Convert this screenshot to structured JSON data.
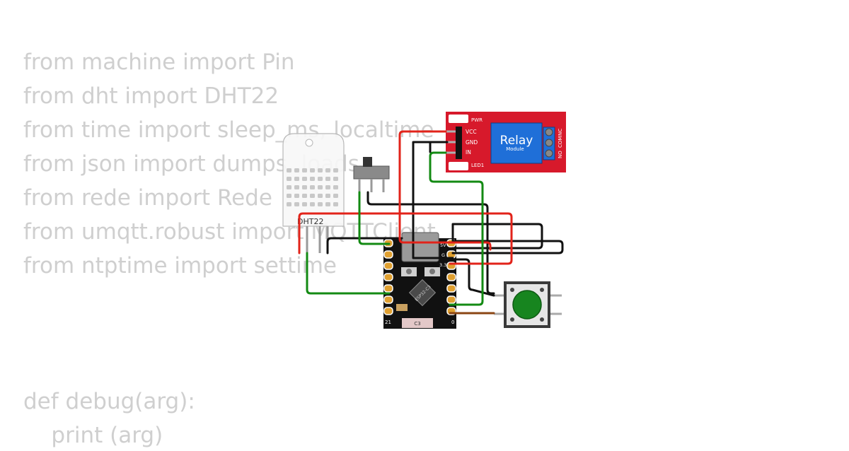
{
  "code": {
    "lines": [
      "from machine import Pin",
      "from dht import DHT22",
      "from time import sleep_ms, localtime",
      "from json import dumps, loads",
      "from rede import Rede",
      "from umqtt.robust import MQTTClient",
      "from ntptime import settime",
      "def debug(arg):",
      "    print (arg)"
    ]
  },
  "dht": {
    "label": "DHT22"
  },
  "relay": {
    "title": "Relay",
    "subtitle": "Module",
    "pwr": "PWR",
    "led": "LED1",
    "pins": [
      "VCC",
      "GND",
      "IN"
    ],
    "outputs": [
      "NO",
      "COM",
      "NC"
    ]
  },
  "board": {
    "chip": "ESP32-C3",
    "pin_5v": "5V",
    "pin_g": "G",
    "pin_33": "3.3",
    "pin_21": "21",
    "pin_0": "0",
    "fuse": "C3"
  },
  "colors": {
    "wire_red": "#e2231a",
    "wire_black": "#111111",
    "wire_green": "#138a13",
    "wire_brown": "#8b4513",
    "relay_board": "#d7192b",
    "relay_block": "#1f6fd8",
    "button_cap": "#17851f"
  },
  "icons": {
    "dht": "dht22-sensor-icon",
    "switch": "slide-switch-icon",
    "button": "pushbutton-icon",
    "mcu": "esp32-c3-board-icon",
    "relay": "relay-module-icon"
  }
}
